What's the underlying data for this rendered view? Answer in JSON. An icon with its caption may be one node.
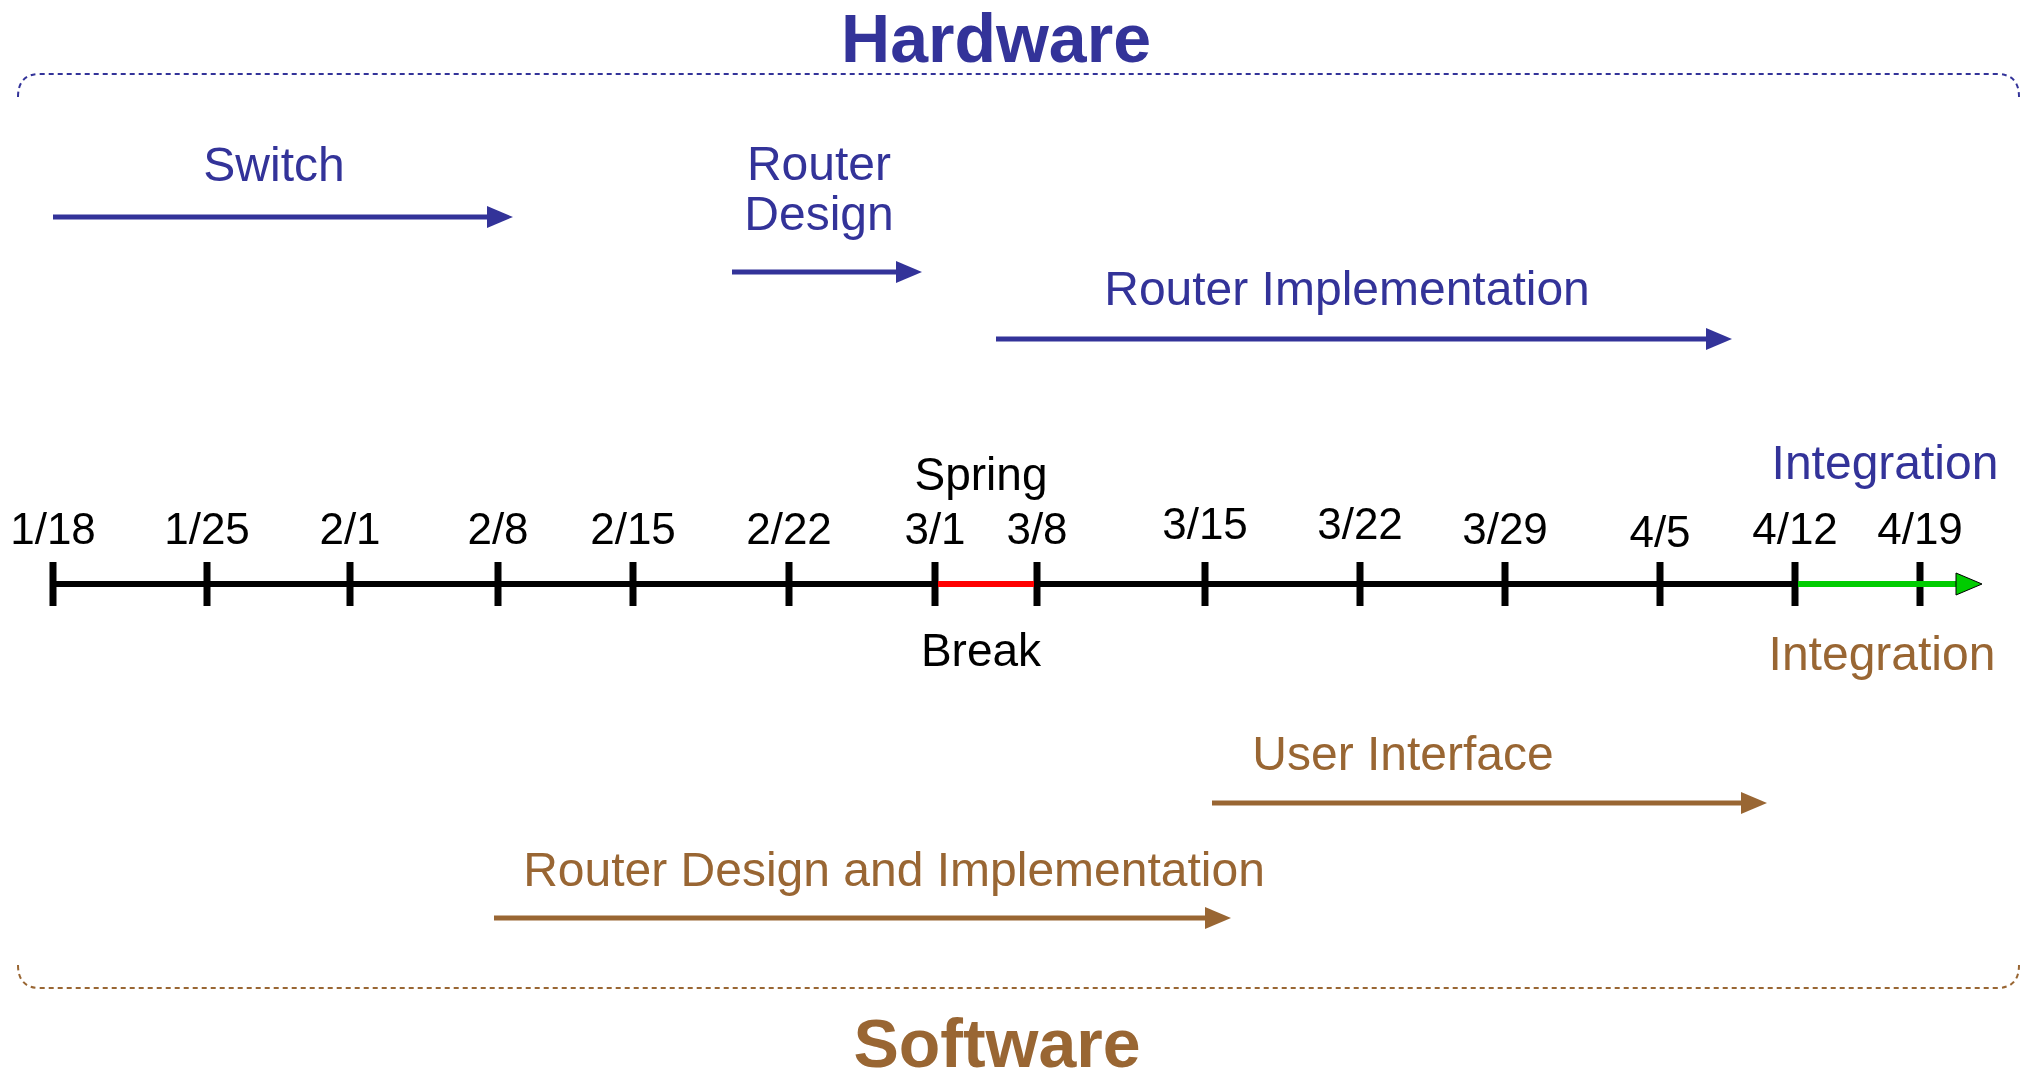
{
  "diagram": {
    "labels": [
      "Hardware",
      "Switch",
      "Router Design",
      "Router Implementation",
      "Spring",
      "Integration",
      "1/18",
      "1/25",
      "2/1",
      "2/8",
      "2/15",
      "2/22",
      "3/1",
      "3/8",
      "3/15",
      "3/22",
      "3/29",
      "4/5",
      "4/12",
      "4/19",
      "Break",
      "Integration",
      "User Interface",
      "Router Design and Implementation",
      "Software"
    ]
  }
}
